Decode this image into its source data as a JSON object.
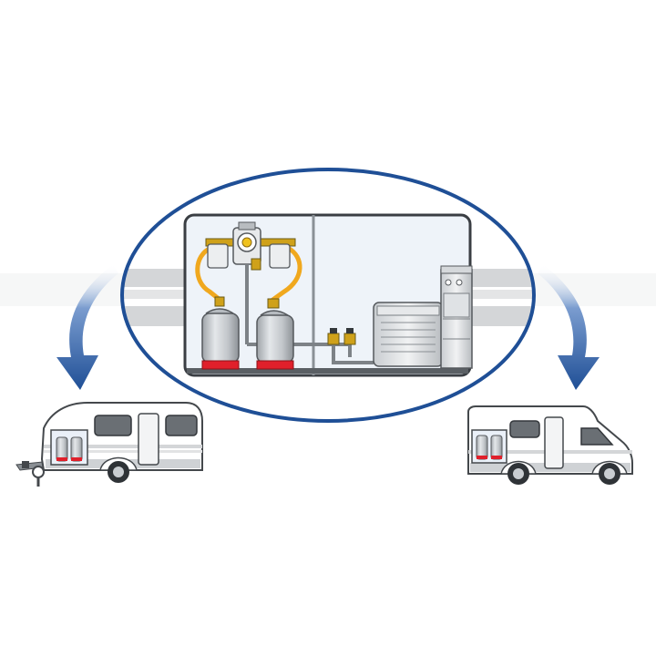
{
  "diagram": {
    "background_color": "#ffffff",
    "accent_color": "#1f4f96",
    "hose_color": "#f0a81e",
    "cylinder_base_color": "#e0202b",
    "components": [
      {
        "name": "ellipse-callout",
        "description_icon": "zoom-callout-icon"
      },
      {
        "name": "gas-cylinder-left",
        "icon": "gas-bottle-icon"
      },
      {
        "name": "gas-cylinder-right",
        "icon": "gas-bottle-icon"
      },
      {
        "name": "gas-regulator",
        "icon": "regulator-icon"
      },
      {
        "name": "flexible-hoses",
        "icon": "hose-icon"
      },
      {
        "name": "shutoff-valves",
        "icon": "valve-icon"
      },
      {
        "name": "heater",
        "icon": "heater-icon"
      },
      {
        "name": "cooker",
        "icon": "stove-icon"
      },
      {
        "name": "caravan",
        "icon": "caravan-icon"
      },
      {
        "name": "motorhome",
        "icon": "motorhome-icon"
      },
      {
        "name": "arrow-left",
        "icon": "curved-arrow-icon"
      },
      {
        "name": "arrow-right",
        "icon": "curved-arrow-icon"
      }
    ]
  }
}
